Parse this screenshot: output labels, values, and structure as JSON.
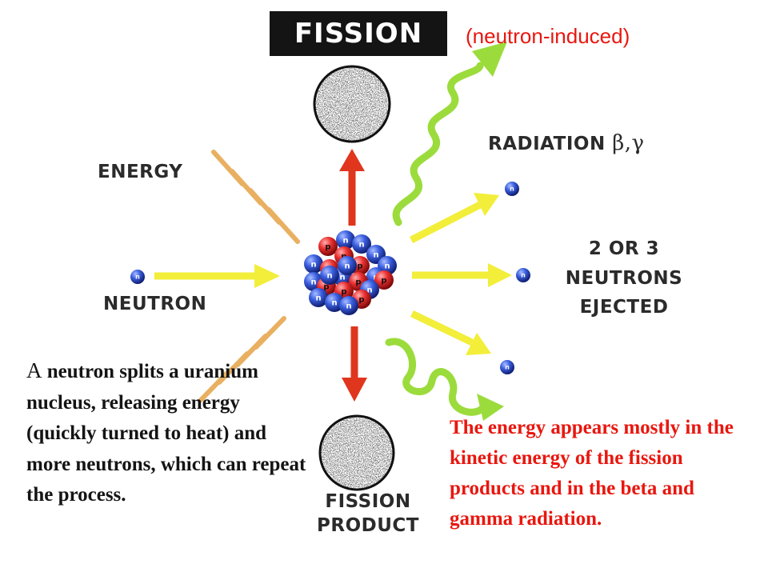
{
  "header": {
    "title": "FISSION",
    "subtitle": "(neutron-induced)"
  },
  "labels": {
    "energy": "ENERGY",
    "neutron": "NEUTRON",
    "radiation": "RADIATION",
    "radiation_symbols": "β,γ",
    "ejected_line1": "2 OR 3",
    "ejected_line2": "NEUTRONS",
    "ejected_line3": "EJECTED",
    "product_line1": "FISSION",
    "product_line2": "PRODUCT",
    "neutron_symbol": "n",
    "proton_symbol": "p"
  },
  "description": {
    "first_letter": "A",
    "rest": " neutron splits a uranium nucleus, releasing energy (quickly turned to heat) and more neutrons, which can repeat the process."
  },
  "note": "The energy appears mostly in the kinetic energy of the fission products and in the beta and gamma radiation.",
  "colors": {
    "title_bg": "#141414",
    "subtitle": "#e8170f",
    "note": "#e8170f",
    "yellow_arrow": "#f2ee3a",
    "red_arrow": "#e0361e",
    "wave_green": "#9bdc3c",
    "energy_bars": "#e8b060",
    "neutron_blue": "#2b50d8",
    "proton_red": "#e8282a"
  }
}
